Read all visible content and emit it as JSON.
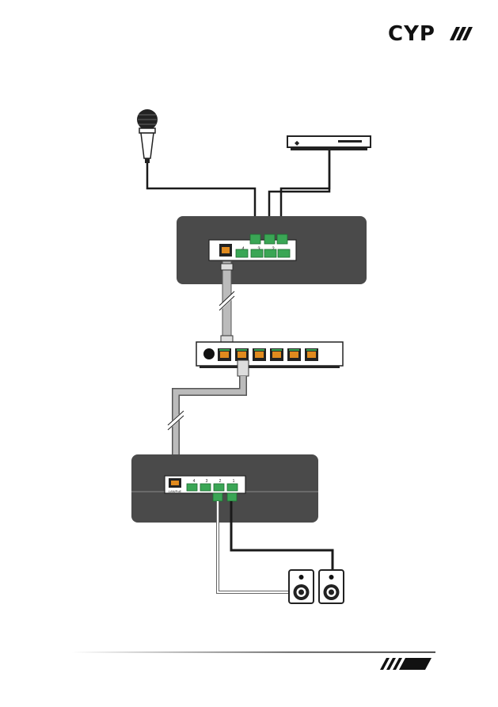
{
  "header": {
    "logo_text": "CYP"
  },
  "devices": {
    "encoder": {
      "ports": [
        "4",
        "3",
        "2"
      ]
    },
    "network_switch": {
      "port_count": 6
    },
    "decoder": {
      "ports": [
        "4",
        "3",
        "2",
        "1"
      ],
      "lan_label": "LAN/PoE"
    },
    "speakers": {
      "count": 2
    }
  },
  "colors": {
    "device_panel": "#4a4a4a",
    "terminal_green": "#3aa655",
    "rj45_orange": "#e08a1e",
    "cable_gray": "#bbbbbb",
    "cable_black": "#1a1a1a"
  },
  "footer": {
    "mark": "////"
  }
}
